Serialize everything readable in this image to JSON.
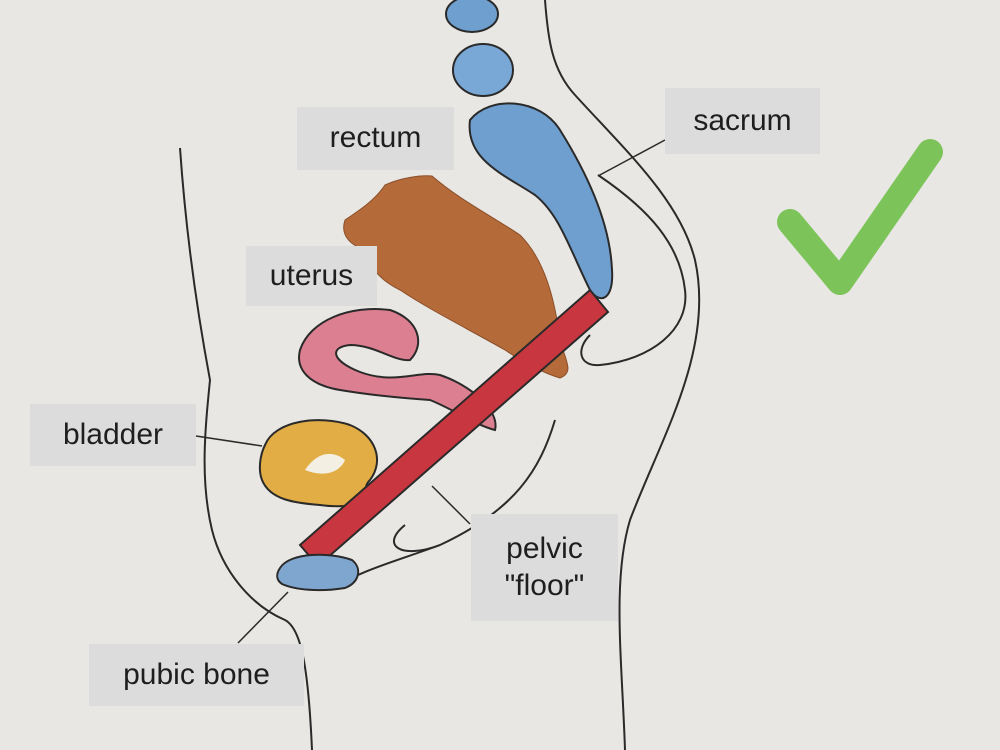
{
  "labels": {
    "rectum": "rectum",
    "sacrum": "sacrum",
    "uterus": "uterus",
    "bladder": "bladder",
    "pelvic_floor_line1": "pelvic",
    "pelvic_floor_line2": "\"floor\"",
    "pubic_bone": "pubic bone"
  },
  "colors": {
    "paper": "#e9e7e3",
    "vertebrae": "#6f9fcf",
    "rectum": "#b56a3a",
    "uterus": "#dc7f90",
    "bladder": "#e2ad44",
    "pelvic_floor": "#c8363f",
    "pubic_bone": "#7ea6cf",
    "checkmark": "#7cc45a",
    "label_bg": "#dcdcdc"
  },
  "icons": {
    "correct": "checkmark-icon"
  }
}
